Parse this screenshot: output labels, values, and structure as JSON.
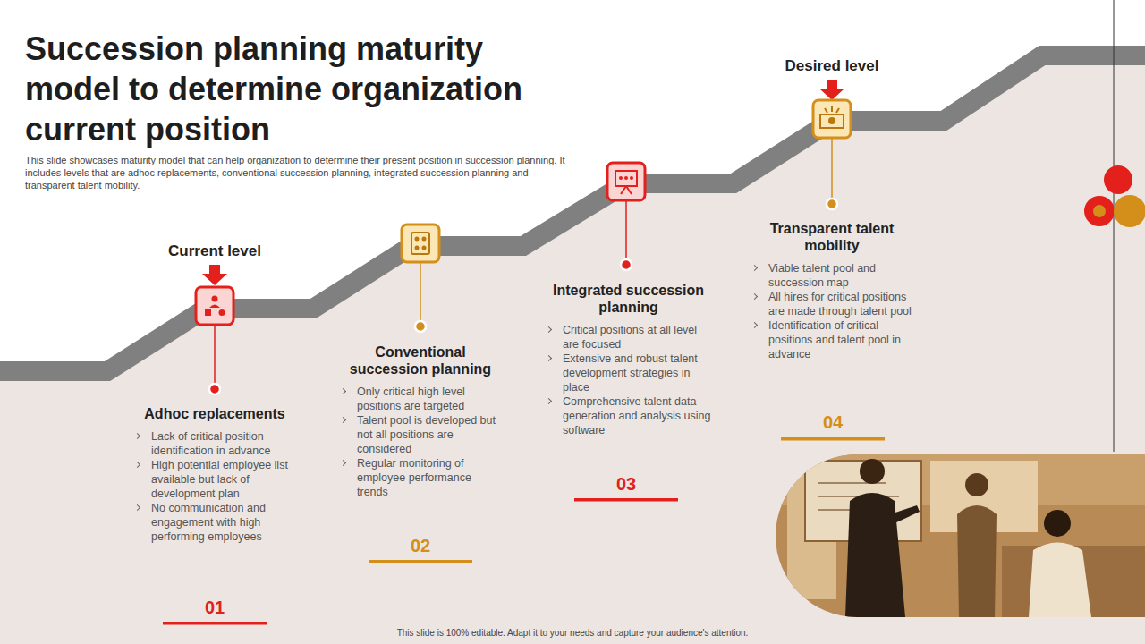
{
  "diagram": {
    "title": "Succession planning maturity model to determine organization current position",
    "caption": "This slide showcases maturity model that can help organization to determine their present position in succession planning. It includes levels that are adhoc replacements, conventional succession planning, integrated succession planning and transparent talent mobility.",
    "nodes": [
      {
        "text": [
          "Adhoc replacements",
          "Lack of critical position identification in advance",
          "High potential employee list available but lack of development plan",
          "No communication and engagement with high performing employees"
        ]
      },
      {
        "text": [
          "Conventional succession planning",
          "Only critical high level positions are targeted",
          "Talent pool is developed but not all positions are considered",
          "Regular monitoring of employee performance trends"
        ]
      },
      {
        "text": [
          "Integrated succession planning",
          "Critical positions at all level are focused",
          "Extensive and robust talent development strategies in place",
          "Comprehensive talent data generation and analysis using software"
        ]
      },
      {
        "text": [
          "Transparent talent mobility",
          "Viable talent pool and succession map",
          "All hires for critical positions are made through talent pool",
          "Identification of critical positions and talent pool in advance"
        ]
      }
    ],
    "labels": [
      "Current level",
      "Desired level",
      "01",
      "02",
      "03",
      "04",
      "This slide is 100% editable. Adapt it to your needs and capture your audience's attention."
    ]
  }
}
